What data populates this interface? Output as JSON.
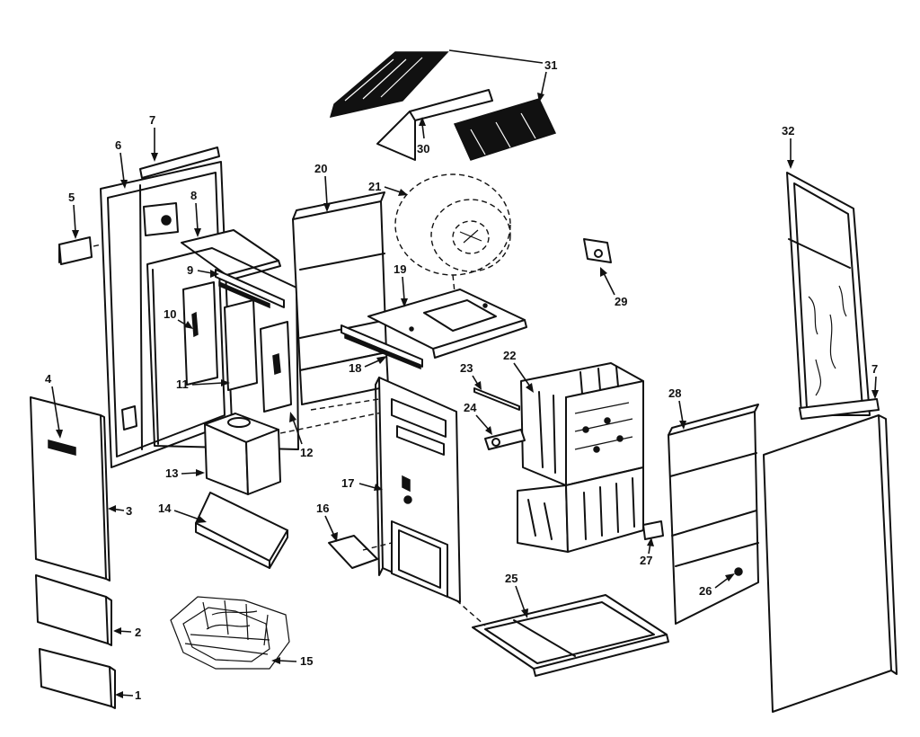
{
  "diagram": {
    "callouts": [
      "1",
      "2",
      "3",
      "4",
      "5",
      "6",
      "7",
      "8",
      "9",
      "10",
      "11",
      "12",
      "13",
      "14",
      "15",
      "16",
      "17",
      "18",
      "19",
      "20",
      "21",
      "22",
      "23",
      "24",
      "25",
      "26",
      "27",
      "28",
      "29",
      "30",
      "31",
      "32",
      "7"
    ]
  }
}
